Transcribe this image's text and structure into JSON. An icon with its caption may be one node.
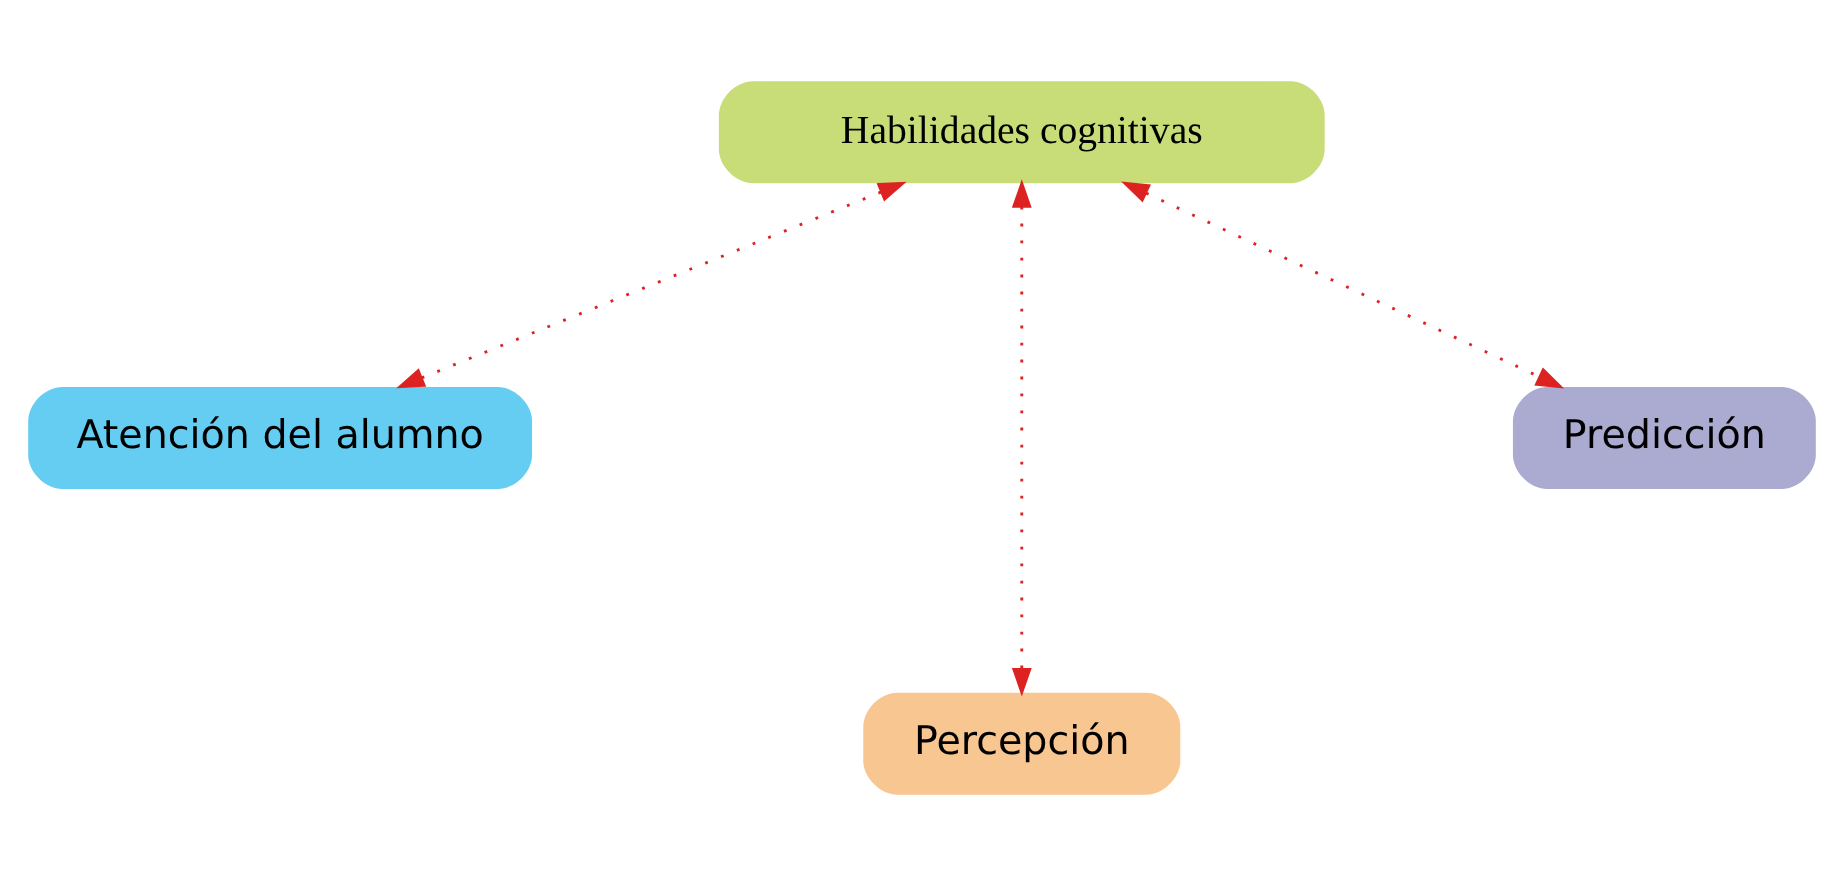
{
  "diagram": {
    "nodes": [
      {
        "text": [
          "Habilidades cognitivas"
        ]
      },
      {
        "text": [
          "Atención del alumno"
        ]
      },
      {
        "text": [
          "Percepción"
        ]
      },
      {
        "text": [
          "Predicción"
        ]
      }
    ],
    "edges": [
      {
        "from": 0,
        "to": 1,
        "arrow": "both",
        "style": "dashed"
      },
      {
        "from": 0,
        "to": 2,
        "arrow": "both",
        "style": "dashed"
      },
      {
        "from": 0,
        "to": 3,
        "arrow": "both",
        "style": "dashed"
      }
    ]
  }
}
